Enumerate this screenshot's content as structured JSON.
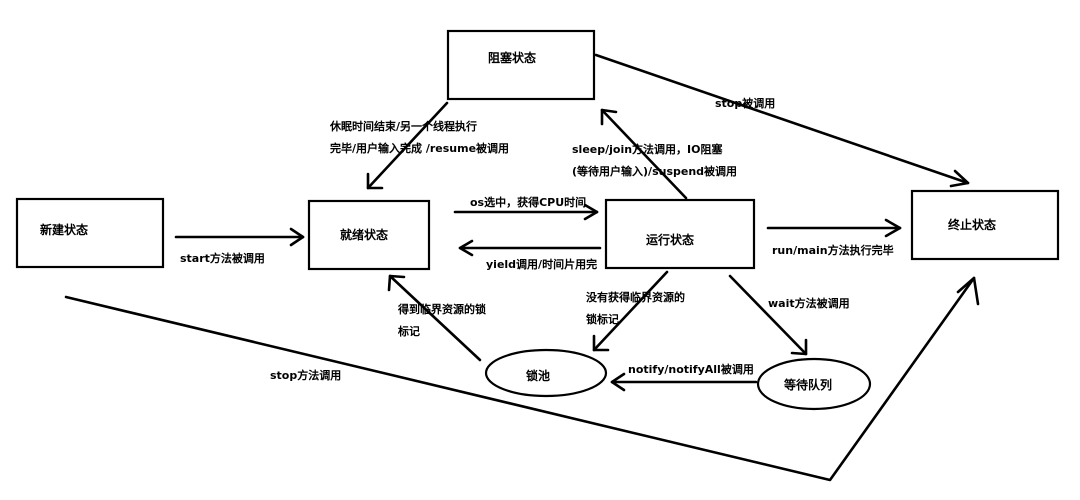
{
  "nodes": {
    "new": "新建状态",
    "ready": "就绪状态",
    "running": "运行状态",
    "blocked": "阻塞状态",
    "terminated": "终止状态",
    "lock_pool": "锁池",
    "wait_queue": "等待队列"
  },
  "edges": {
    "start": "start方法被调用",
    "os_select": "os选中，获得CPU时间",
    "yield": "yield调用/时间片用完",
    "run_end": "run/main方法执行完毕",
    "blocked_to_ready_1": "休眠时间结束/另一个线程执行",
    "blocked_to_ready_2": "完毕/用户输入完成 /resume被调用",
    "to_blocked_1": "sleep/join方法调用，IO阻塞",
    "to_blocked_2": "(等待用户输入)/suspend被调用",
    "stop_called": "stop被调用",
    "no_lock_1": "没有获得临界资源的",
    "no_lock_2": "锁标记",
    "wait_called": "wait方法被调用",
    "got_lock_1": "得到临界资源的锁",
    "got_lock_2": "标记",
    "notify": "notify/notifyAll被调用",
    "stop_method": "stop方法调用"
  }
}
